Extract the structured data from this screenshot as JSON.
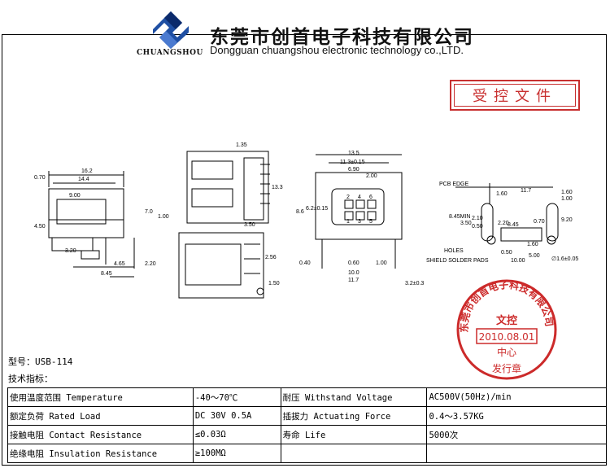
{
  "header": {
    "logo_text": "CHUANGSHOU",
    "company_cn": "东莞市创首电子科技有限公司",
    "company_en": "Dongguan chuangshou electronic technology co.,LTD.",
    "controlled_doc": "受控文件"
  },
  "drawing": {
    "front_view": [
      "0.70",
      "16.2",
      "14.4",
      "9.00",
      "4.50",
      "7.0",
      "1.00",
      "3.20",
      "2.20",
      "4.65",
      "8.45"
    ],
    "side_view": [
      "1.35",
      "13.3",
      "3.50",
      "2.56",
      "1.50"
    ],
    "plug_view": [
      "13.5",
      "11.3±0.15",
      "6.90",
      "2.00",
      "8.6",
      "6.2±0.15",
      "2",
      "4",
      "6",
      "1",
      "3",
      "5",
      "0.40",
      "0.60",
      "1.00",
      "10.0",
      "11.7",
      "3.2±0.3"
    ],
    "pcb_layout": [
      "PCB EDGE",
      "11.7",
      "1.60",
      "1.00",
      "1.60",
      "9.20",
      "8.45MIN",
      "3.50",
      "2.10",
      "0.50",
      "2.20",
      "0.70",
      "8.45",
      "HOLES",
      "SHIELD SOLDER PADS",
      "1.60",
      "0.50",
      "5.00",
      "10.00",
      "∅1.6±0.05"
    ]
  },
  "model": "型号：USB-114",
  "specs_heading": "技术指标：",
  "specs": [
    [
      "使用温度范围 Temperature",
      "-40～70℃",
      "耐压 Withstand Voltage",
      "AC500V(50Hz)/min"
    ],
    [
      "额定负荷 Rated Load",
      "DC 30V 0.5A",
      "插拔力 Actuating Force",
      "0.4～3.57KG"
    ],
    [
      "接触电阻 Contact Resistance",
      "≤0.03Ω",
      "寿命 Life",
      "5000次"
    ],
    [
      "绝缘电阻 Insulation Resistance",
      "≥100MΩ",
      "",
      ""
    ]
  ],
  "seal": {
    "ring_text": "东莞市创首电子科技有限公司",
    "center_top": "文控",
    "date": "2010.08.01",
    "center_bottom": "中心",
    "bottom_text": "发行章"
  },
  "colors": {
    "seal": "#cc2a2a",
    "logo_blue": "#1f4fa3",
    "logo_dark": "#0b2a6b"
  }
}
